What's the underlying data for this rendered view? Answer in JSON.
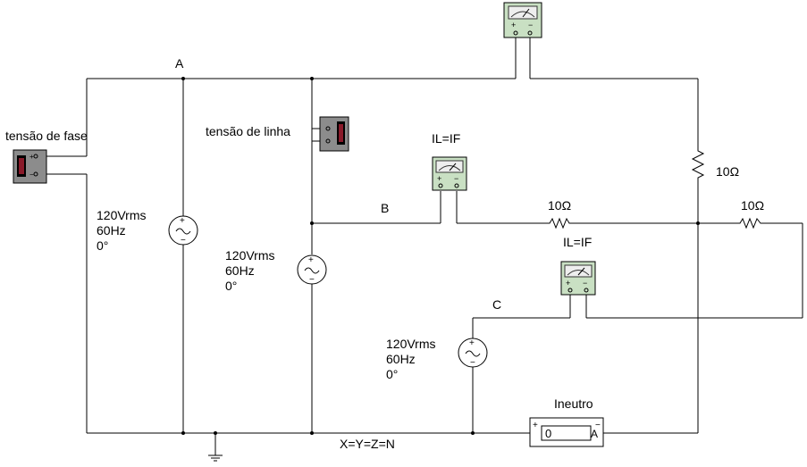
{
  "nodes": {
    "a": "A",
    "b": "B",
    "c": "C"
  },
  "ground_label": "X=Y=Z=N",
  "instruments": {
    "phase_voltmeter": "tensão de fase",
    "line_voltmeter": "tensão de linha",
    "ammeter_b": "IL=IF",
    "ammeter_c": "IL=IF",
    "neutral_ammeter_label": "Ineutro",
    "neutral_ammeter_value": "0",
    "neutral_ammeter_unit": "A"
  },
  "sources": [
    {
      "voltage": "120Vrms",
      "frequency": "60Hz",
      "phase": "0°"
    },
    {
      "voltage": "120Vrms",
      "frequency": "60Hz",
      "phase": "0°"
    },
    {
      "voltage": "120Vrms",
      "frequency": "60Hz",
      "phase": "0°"
    }
  ],
  "resistors": {
    "r1": "10Ω",
    "r2": "10Ω",
    "r3": "10Ω"
  },
  "colors": {
    "wire": "#000000",
    "meter_green": "#c9e0c3",
    "meter_gray": "#8c8c8c"
  }
}
